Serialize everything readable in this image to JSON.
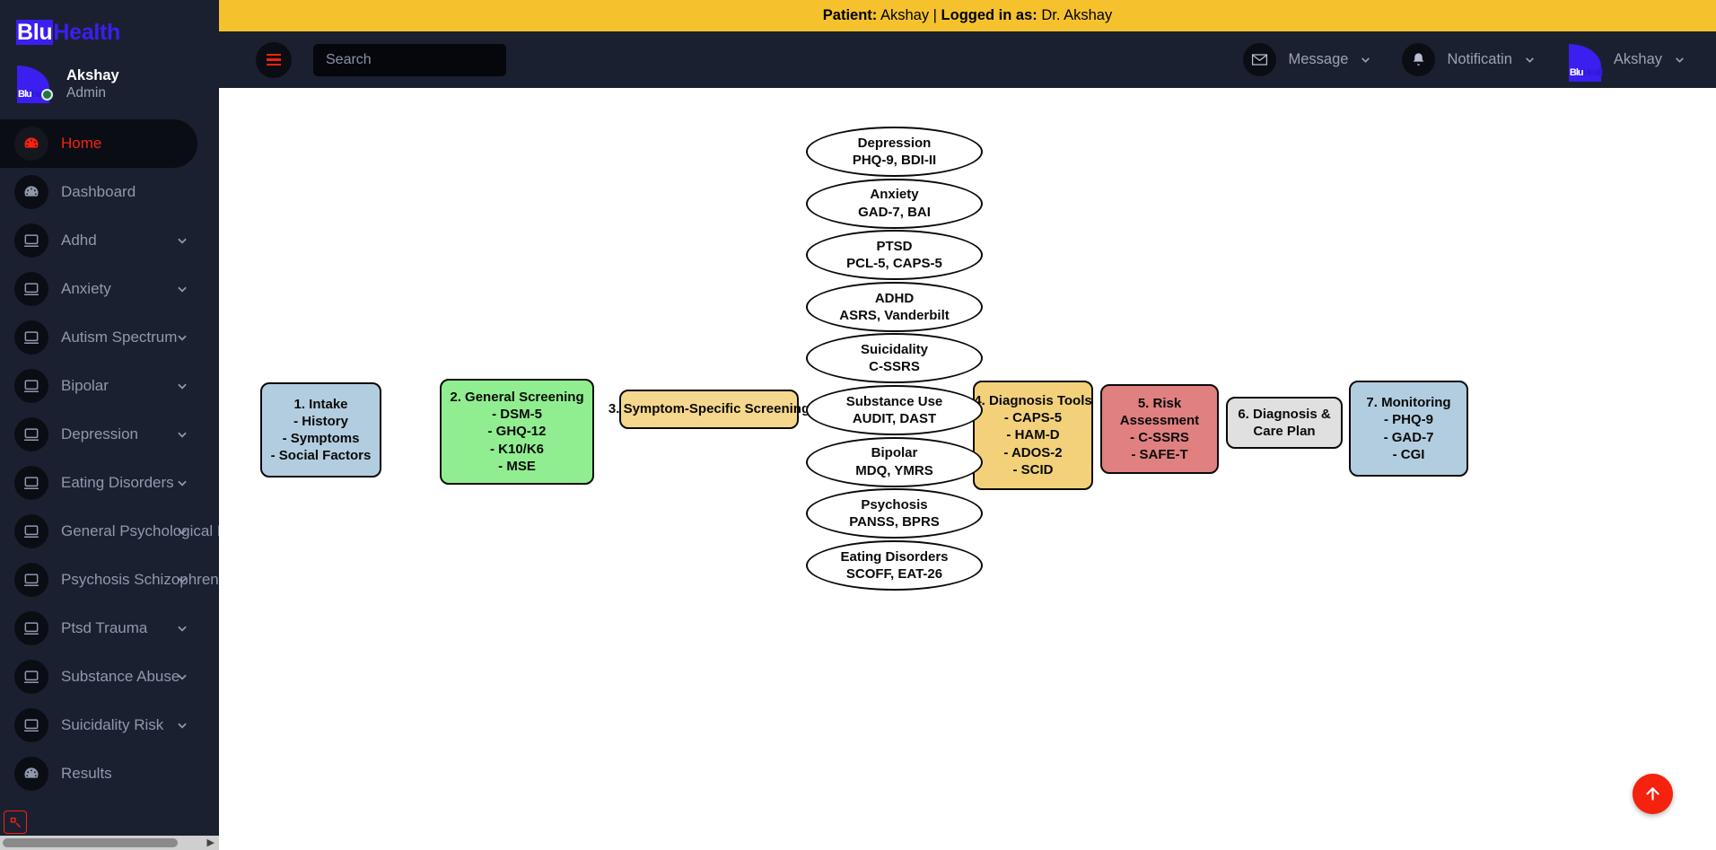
{
  "brand": {
    "part1": "Blu",
    "part2": "Health"
  },
  "profile": {
    "name": "Akshay",
    "role": "Admin"
  },
  "sidebar": {
    "items": [
      {
        "label": "Home",
        "icon": "gauge-icon",
        "chevron": false,
        "active": true
      },
      {
        "label": "Dashboard",
        "icon": "gauge-icon",
        "chevron": false,
        "active": false
      },
      {
        "label": "Adhd",
        "icon": "monitor-icon",
        "chevron": true,
        "active": false
      },
      {
        "label": "Anxiety",
        "icon": "monitor-icon",
        "chevron": true,
        "active": false
      },
      {
        "label": "Autism Spectrum",
        "icon": "monitor-icon",
        "chevron": true,
        "active": false
      },
      {
        "label": "Bipolar",
        "icon": "monitor-icon",
        "chevron": true,
        "active": false
      },
      {
        "label": "Depression",
        "icon": "monitor-icon",
        "chevron": true,
        "active": false
      },
      {
        "label": "Eating Disorders",
        "icon": "monitor-icon",
        "chevron": true,
        "active": false
      },
      {
        "label": "General Psychological Di",
        "icon": "monitor-icon",
        "chevron": true,
        "active": false
      },
      {
        "label": "Psychosis Schizophrenia",
        "icon": "monitor-icon",
        "chevron": true,
        "active": false
      },
      {
        "label": "Ptsd Trauma",
        "icon": "monitor-icon",
        "chevron": true,
        "active": false
      },
      {
        "label": "Substance Abuse",
        "icon": "monitor-icon",
        "chevron": true,
        "active": false
      },
      {
        "label": "Suicidality Risk",
        "icon": "monitor-icon",
        "chevron": true,
        "active": false
      },
      {
        "label": "Results",
        "icon": "gauge-icon",
        "chevron": false,
        "active": false
      }
    ]
  },
  "patient_bar": {
    "patient_label": "Patient:",
    "patient_name": " Akshay ",
    "separator": "| ",
    "logged_label": "Logged in as:",
    "logged_name": " Dr. Akshay"
  },
  "topnav": {
    "menu_icon": "hamburger-icon",
    "search_placeholder": "Search",
    "search_value": "",
    "message_label": "Message",
    "message_icon": "envelope-icon",
    "notification_label": "Notificatin",
    "notification_icon": "bell-icon",
    "user_label": "Akshay"
  },
  "fab": {
    "icon": "arrow-up-icon",
    "color": "#f4220e"
  },
  "flow": {
    "colors": {
      "blue": "#b3cde0",
      "green": "#90ee90",
      "yellow": "#f5d78e",
      "gold": "#f2d17a",
      "red": "#e08080",
      "grey": "#e0e0e0",
      "white": "#ffffff",
      "border": "#0a0a0a"
    },
    "stages": [
      {
        "title": "1. Intake",
        "lines": [
          "- History",
          "- Symptoms",
          "- Social Factors"
        ],
        "color": "blue"
      },
      {
        "title": "2. General Screening",
        "lines": [
          "- DSM-5",
          "- GHQ-12",
          "- K10/K6",
          "- MSE"
        ],
        "color": "green"
      },
      {
        "title": "3. Symptom-Specific Screening",
        "lines": [],
        "color": "yellow"
      },
      {
        "title": "4. Diagnosis Tools",
        "lines": [
          "- CAPS-5",
          "- HAM-D",
          "- ADOS-2",
          "- SCID"
        ],
        "color": "gold"
      },
      {
        "title": "5. Risk",
        "lines": [
          "Assessment",
          "- C-SSRS",
          "- SAFE-T"
        ],
        "color": "red"
      },
      {
        "title": "6. Diagnosis &",
        "lines": [
          "Care Plan"
        ],
        "color": "grey"
      },
      {
        "title": "7. Monitoring",
        "lines": [
          "- PHQ-9",
          "- GAD-7",
          "- CGI"
        ],
        "color": "blue"
      }
    ],
    "screeners": [
      {
        "title": "Depression",
        "tools": "PHQ-9, BDI-II"
      },
      {
        "title": "Anxiety",
        "tools": "GAD-7, BAI"
      },
      {
        "title": "PTSD",
        "tools": "PCL-5, CAPS-5"
      },
      {
        "title": "ADHD",
        "tools": "ASRS, Vanderbilt"
      },
      {
        "title": "Suicidality",
        "tools": "C-SSRS"
      },
      {
        "title": "Substance Use",
        "tools": "AUDIT, DAST"
      },
      {
        "title": "Bipolar",
        "tools": "MDQ, YMRS"
      },
      {
        "title": "Psychosis",
        "tools": "PANSS, BPRS"
      },
      {
        "title": "Eating Disorders",
        "tools": "SCOFF, EAT-26"
      }
    ]
  }
}
